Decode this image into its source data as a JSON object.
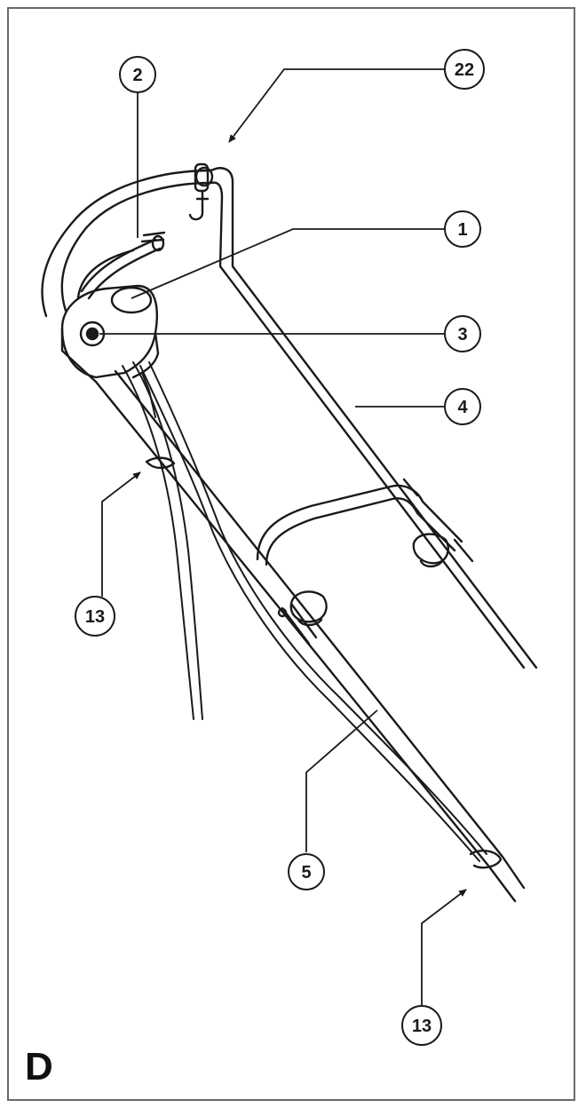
{
  "figure": {
    "letter": "D"
  },
  "callouts": {
    "c22": "22",
    "c2": "2",
    "c1": "1",
    "c3": "3",
    "c4": "4",
    "c13_upper": "13",
    "c5": "5",
    "c13_lower": "13"
  },
  "colors": {
    "line": "#1a1a1a",
    "border": "#6a6a6a",
    "background": "#ffffff"
  }
}
